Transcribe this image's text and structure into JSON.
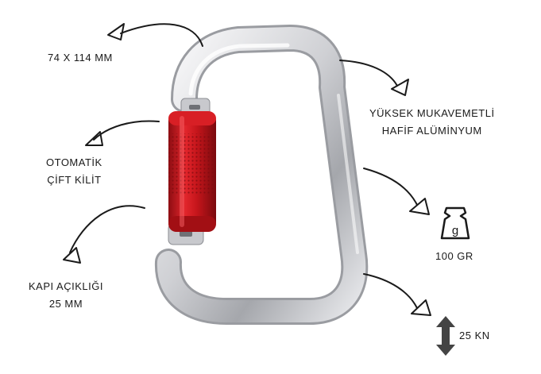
{
  "features": {
    "dimensions": "74 X 114 MM",
    "material_line1": "YÜKSEK  MUKAVEMETLİ",
    "material_line2": "HAFİF ALÜMİNYUM",
    "lock_line1": "OTOMATİK",
    "lock_line2": "ÇİFT KİLİT",
    "weight": "100 GR",
    "gate_line1": "KAPI AÇIKLIĞI",
    "gate_line2": "25 MM",
    "strength": "25 KN"
  },
  "icons": {
    "weight_icon": "weight-g-icon",
    "strength_icon": "double-arrow-vertical-icon",
    "pointer": "triangle-arrow-icon"
  },
  "colors": {
    "metal_light": "#f2f2f4",
    "metal_dark": "#8f9196",
    "gate_red": "#c5151b",
    "ink": "#1a1a1a"
  }
}
